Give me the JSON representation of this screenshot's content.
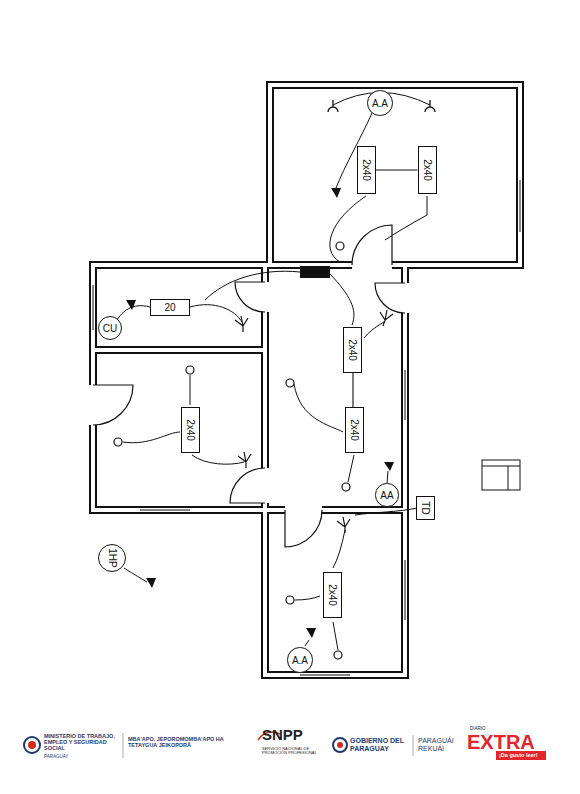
{
  "diagram": {
    "nodes": [
      {
        "text": [
          "A.A"
        ]
      },
      {
        "text": [
          "2x40"
        ]
      },
      {
        "text": [
          "2x40"
        ]
      },
      {
        "text": [
          "20"
        ]
      },
      {
        "text": [
          "CU"
        ]
      },
      {
        "text": [
          "2x40"
        ]
      },
      {
        "text": [
          "2x40"
        ]
      },
      {
        "text": [
          "2x40"
        ]
      },
      {
        "text": [
          "AA"
        ]
      },
      {
        "text": [
          "TD"
        ]
      },
      {
        "text": [
          "1HP"
        ]
      },
      {
        "text": [
          "2x40"
        ]
      },
      {
        "text": [
          "A.A"
        ]
      }
    ],
    "edges": [
      {
        "from": 1,
        "to": 2,
        "arrow": "none"
      },
      {
        "from": 5,
        "to": 7,
        "arrow": "none"
      }
    ],
    "labels": [
      "MINISTERIO DE TRABAJO, EMPLEO Y SEGURIDAD SOCIAL",
      "PARAGUAY",
      "MBA'APO, JEPOROMOMBA'APO HA TETAYGUA JEIKOPORÃ",
      "SNPP",
      "SERVICIO NACIONAL DE PROMOCIÓN PROFESIONAL",
      "GOBIERNO DEL PARAGUAY",
      "PARAGUÁI REKUÁI",
      "DIARIO",
      "EXTRA",
      "¡Da gusto leer!"
    ]
  }
}
